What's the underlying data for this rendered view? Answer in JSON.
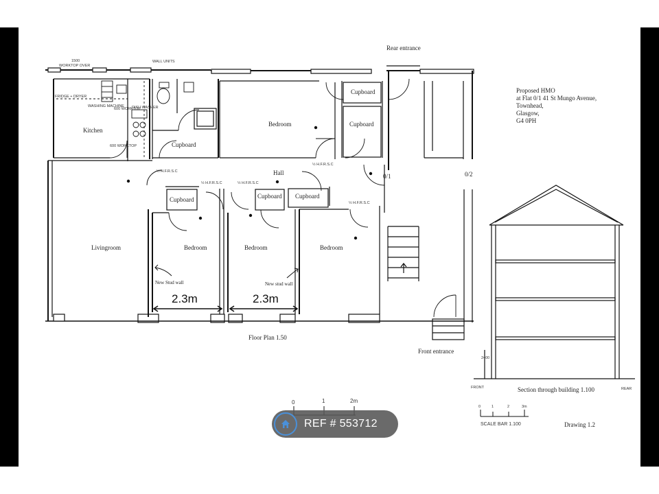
{
  "plan": {
    "rooms": {
      "kitchen": "Kitchen",
      "livingroom": "Livingroom",
      "bedroom_top": "Bedroom",
      "bedroom_1": "Bedroom",
      "bedroom_2": "Bedroom",
      "bedroom_3": "Bedroom",
      "hall": "Hall",
      "cupboard_wc": "Cupboard",
      "cupboard_top_right_1": "Cupboard",
      "cupboard_top_right_2": "Cupboard",
      "cupboard_bed1": "Cupboard",
      "cupboard_bed2": "Cupboard",
      "cupboard_hall": "Cupboard"
    },
    "rear_entrance": "Rear entrance",
    "front_entrance": "Front entrance",
    "stair_0_1": "0/1",
    "stair_0_2": "0/2",
    "new_stud_wall_1": "New Stud wall",
    "new_stud_wall_2": "New stud wall",
    "dimension_1": "2.3m",
    "dimension_2": "2.3m",
    "title": "Floor Plan 1.50",
    "scale_0": "0",
    "scale_1": "1",
    "scale_2": "2m"
  },
  "annotations": {
    "worktop_1500": "1500",
    "worktop_over": "WORKTOP OVER",
    "fridge_dryer": "FRIDGE + DRYER",
    "washing_machine": "WASHING MACHINE",
    "worktop_600": "600 WORKTOP",
    "dish_washer": "DISH WASHER",
    "worktop_600b": "600 WORKTOP",
    "wall_units": "WALL UNITS",
    "fire_door_1": "½ H.F.R.S.C",
    "fire_door_2": "½ H.F.R.S.C",
    "fire_door_3": "½ H.F.R.S.C",
    "fire_door_4": "½ H.F.R.S.C",
    "fire_door_5": "½ H.F.R.S.C"
  },
  "info": {
    "line1": "Proposed HMO",
    "line2": "at Flat 0/1 41 St Mungo Avenue,",
    "line3": "Townhead,",
    "line4": "Glasgow,",
    "line5": "G4 0PH"
  },
  "section": {
    "caption": "Section through building 1.100",
    "front": "FRONT",
    "rear": "REAR",
    "height_label": "2400",
    "scale_0": "0",
    "scale_1": "1",
    "scale_2": "2",
    "scale_3": "3m",
    "scale_bar": "SCALE BAR 1.100"
  },
  "drawing_no": "Drawing 1.2",
  "ref": {
    "label": "REF # 553712",
    "icon": "home-icon",
    "accent": "#4a90d9"
  }
}
